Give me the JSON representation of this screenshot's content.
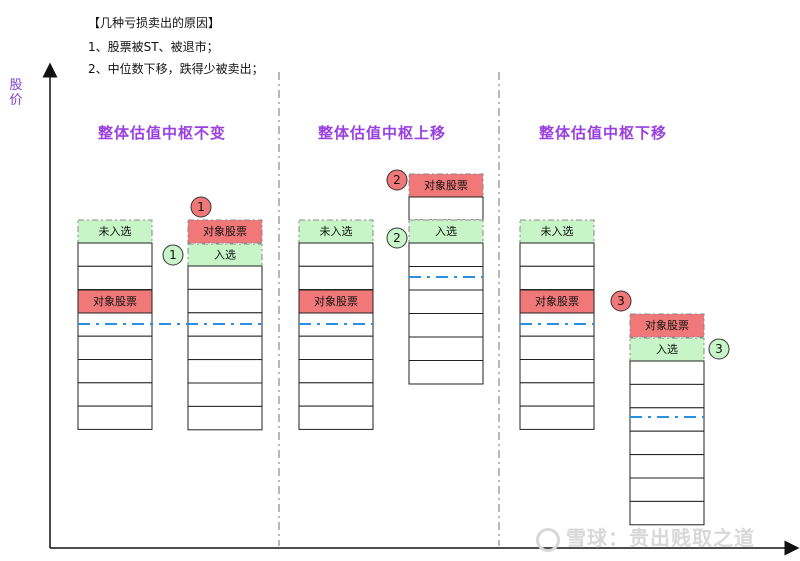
{
  "header": {
    "title": "【几种亏损卖出的原因】",
    "reasons": [
      "1、股票被ST、被退市；",
      "2、中位数下移，跌得少被卖出；"
    ]
  },
  "axis": {
    "ylabel": "股价"
  },
  "sections": [
    {
      "title": "整体估值中枢不变"
    },
    {
      "title": "整体估值中枢上移"
    },
    {
      "title": "整体估值中枢下移"
    }
  ],
  "labels": {
    "not_selected": "未入选",
    "target_stock": "对象股票",
    "selected": "入选"
  },
  "markers": [
    "1",
    "2",
    "3"
  ],
  "colors": {
    "target_fill": "#f07878",
    "selected_fill": "#c8f5c8",
    "marker_red": "#f07878",
    "marker_green": "#c8f5c8",
    "median_line": "#2a8fe0",
    "title": "#9a40e0"
  },
  "watermark": "雪球：贵出贱取之道"
}
